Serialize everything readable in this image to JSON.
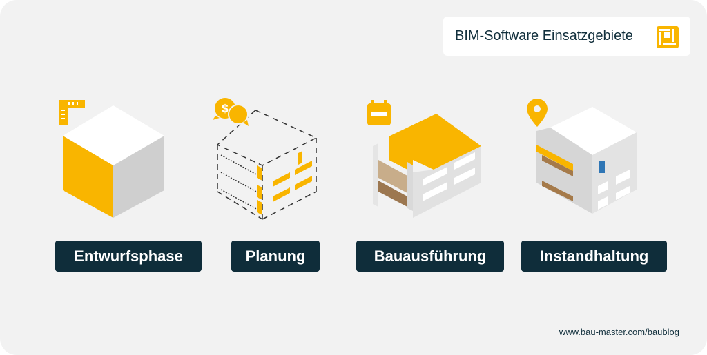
{
  "header": {
    "title": "BIM-Software Einsatzgebiete",
    "logo_icon": "bim-logo-icon"
  },
  "phases": [
    {
      "label": "Entwurfsphase",
      "icon": "ruler-icon"
    },
    {
      "label": "Planung",
      "icon": "money-chat-icon"
    },
    {
      "label": "Bauausführung",
      "icon": "calendar-icon"
    },
    {
      "label": "Instandhaltung",
      "icon": "location-pin-icon"
    }
  ],
  "footer": {
    "url": "www.bau-master.com/baublog"
  },
  "colors": {
    "accent": "#F9B500",
    "dark": "#0F2D3A",
    "background": "#F2F2F2"
  }
}
